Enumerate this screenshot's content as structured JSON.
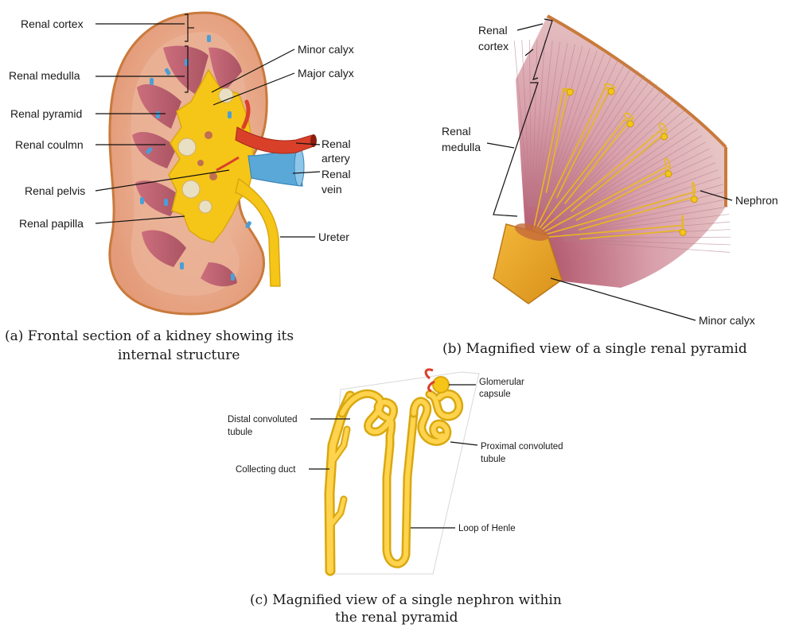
{
  "panel_a": {
    "labels": {
      "renal_cortex": "Renal cortex",
      "renal_medulla": "Renal medulla",
      "renal_pyramid": "Renal pyramid",
      "renal_column": "Renal coulmn",
      "renal_pelvis": "Renal pelvis",
      "renal_papilla": "Renal papilla",
      "minor_calyx": "Minor calyx",
      "major_calyx": "Major calyx",
      "renal_artery_1": "Renal",
      "renal_artery_2": "artery",
      "renal_vein_1": "Renal",
      "renal_vein_2": "vein",
      "ureter": "Ureter"
    },
    "caption_line1": "(a)  Frontal section of a kidney showing its",
    "caption_line2": "internal structure"
  },
  "panel_b": {
    "labels": {
      "renal_cortex_1": "Renal",
      "renal_cortex_2": "cortex",
      "renal_medulla_1": "Renal",
      "renal_medulla_2": "medulla",
      "nephron": "Nephron",
      "minor_calyx": "Minor calyx"
    },
    "caption": "(b) Magnified view of a single renal pyramid"
  },
  "panel_c": {
    "labels": {
      "glomerular_capsule_1": "Glomerular",
      "glomerular_capsule_2": "capsule",
      "distal_tubule_1": "Distal convoluted",
      "distal_tubule_2": "tubule",
      "proximal_tubule_1": "Proximal convoluted",
      "proximal_tubule_2": "tubule",
      "collecting_duct": "Collecting duct",
      "loop_of_henle": "Loop of Henle"
    },
    "caption_line1": "(c) Magnified view of a single nephron within",
    "caption_line2": "the renal pyramid"
  },
  "colors": {
    "cortex": "#e8a886",
    "medulla_pyramid": "#b9566a",
    "pelvis_yellow": "#f5c518",
    "artery_red": "#d9402a",
    "vein_blue": "#5aa8d8",
    "capsule_edge": "#c97a3c"
  }
}
